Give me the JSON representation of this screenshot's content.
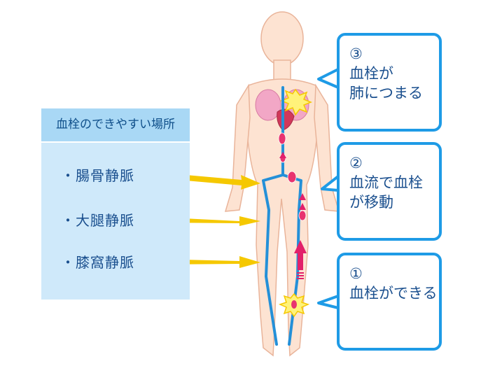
{
  "panel": {
    "title": "血栓のできやすい場所",
    "items": [
      "・腸骨静脈",
      "・大腿静脈",
      "・膝窩静脈"
    ]
  },
  "callouts": [
    {
      "lines": [
        "③",
        "血栓が",
        "肺につまる"
      ]
    },
    {
      "lines": [
        "②",
        "血流で血栓",
        "が移動"
      ]
    },
    {
      "lines": [
        "①",
        "血栓ができる"
      ]
    }
  ],
  "colors": {
    "skin": "#fde3d2",
    "skin_outline": "#e9b49a",
    "vein": "#2490d8",
    "arrow": "#f5c800",
    "clot": "#e8336f",
    "flow_arrow": "#e2206a",
    "lungs": "#f2a7c6",
    "callout_border": "#1e9be6",
    "panel_bg": "#cfe9fa",
    "panel_header": "#a9d8f5",
    "text": "#1a4f8e"
  },
  "icons": [
    "body-silhouette",
    "vein-lines",
    "clot-blobs",
    "flow-arrows",
    "pointer-arrows",
    "lungs",
    "heart",
    "starburst"
  ]
}
